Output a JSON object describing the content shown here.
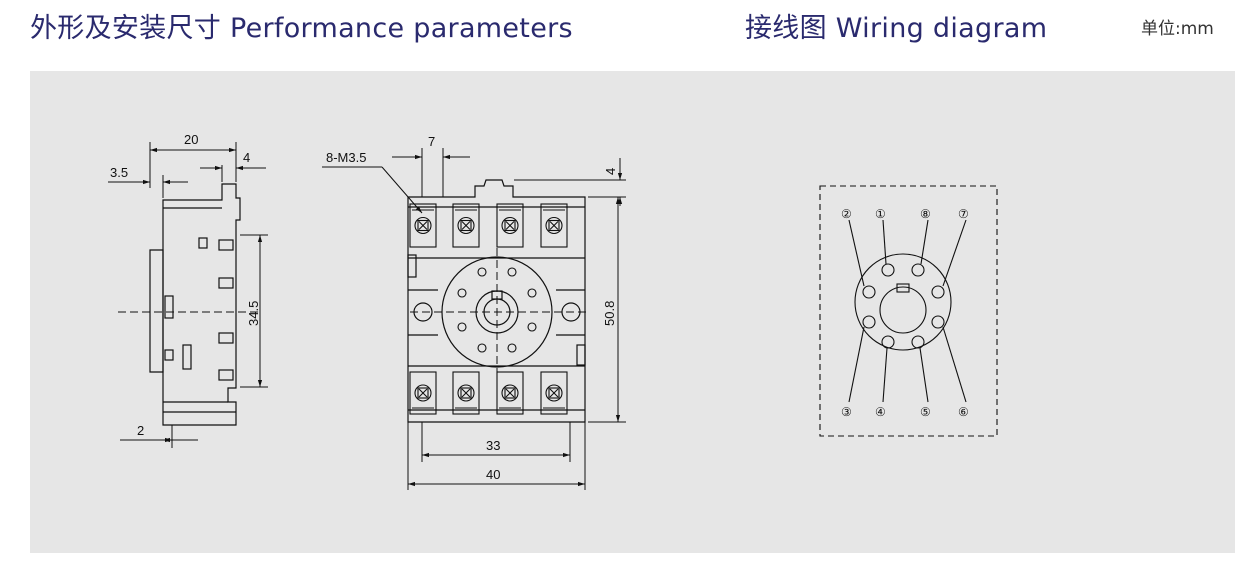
{
  "header": {
    "dimensions_title": "外形及安装尺寸 Performance parameters",
    "wiring_title": "接线图 Wiring diagram",
    "unit_label": "单位:mm"
  },
  "colors": {
    "title": "#2a2a6e",
    "panel_background": "#e6e6e6",
    "line": "#111111"
  },
  "side_view": {
    "dim_width": "20",
    "dim_right": "4",
    "dim_left": "3.5",
    "dim_height": "34.5",
    "dim_bottom": "2"
  },
  "front_view": {
    "screw_label": "8-M3.5",
    "dim_pitch": "7",
    "dim_top": "4",
    "dim_height": "50.8",
    "dim_inner_width": "33",
    "dim_outer_width": "40"
  },
  "wiring": {
    "pins_top": [
      "②",
      "①",
      "⑧",
      "⑦"
    ],
    "pins_bottom": [
      "③",
      "④",
      "⑤",
      "⑥"
    ]
  }
}
